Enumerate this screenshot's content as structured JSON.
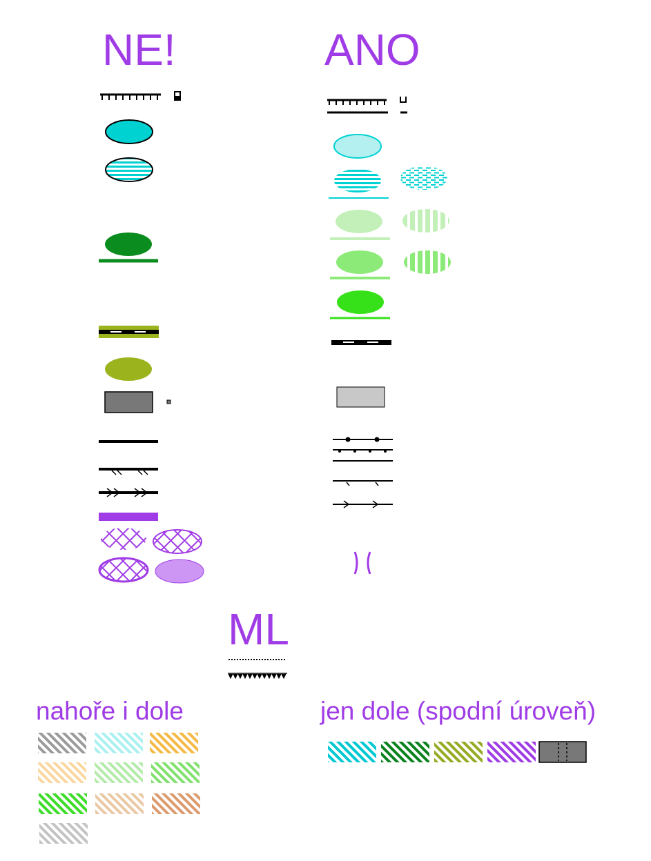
{
  "headings": {
    "ne": "NE!",
    "ano": "ANO",
    "ml": "ML",
    "nahore_i_dole": "nahoře i dole",
    "jen_dole": "jen dole (spodní úroveň)"
  },
  "colors": {
    "heading_purple": "#a03ce6",
    "cyan": "#00d2d2",
    "cyan_light": "#b4f0f0",
    "green_dark": "#0a8c1e",
    "green_pale": "#c3f0b9",
    "green_light": "#8ceb78",
    "green_bright": "#37e119",
    "olive": "#9bb41e",
    "gray_dark": "#787878",
    "gray_light": "#c8c8c8",
    "purple": "#a03ce6",
    "purple_light": "#cd96f5",
    "black": "#000000"
  },
  "swatches_nahore_i_dole": [
    {
      "color": "#9b9b9b"
    },
    {
      "color": "#aaf0f0"
    },
    {
      "color": "#f5b946"
    },
    {
      "color": "#fad7a0"
    },
    {
      "color": "#b4ebaa"
    },
    {
      "color": "#82e16e"
    },
    {
      "color": "#3cdc28"
    },
    {
      "color": "#ebc8a5"
    },
    {
      "color": "#dc9b6e"
    },
    {
      "color": "#c3c3c3"
    }
  ],
  "swatches_jen_dole": [
    {
      "color": "#00c8d2"
    },
    {
      "color": "#0a821e"
    },
    {
      "color": "#96aa23"
    },
    {
      "color": "#a03ce6"
    },
    {
      "color": "#787878"
    }
  ]
}
